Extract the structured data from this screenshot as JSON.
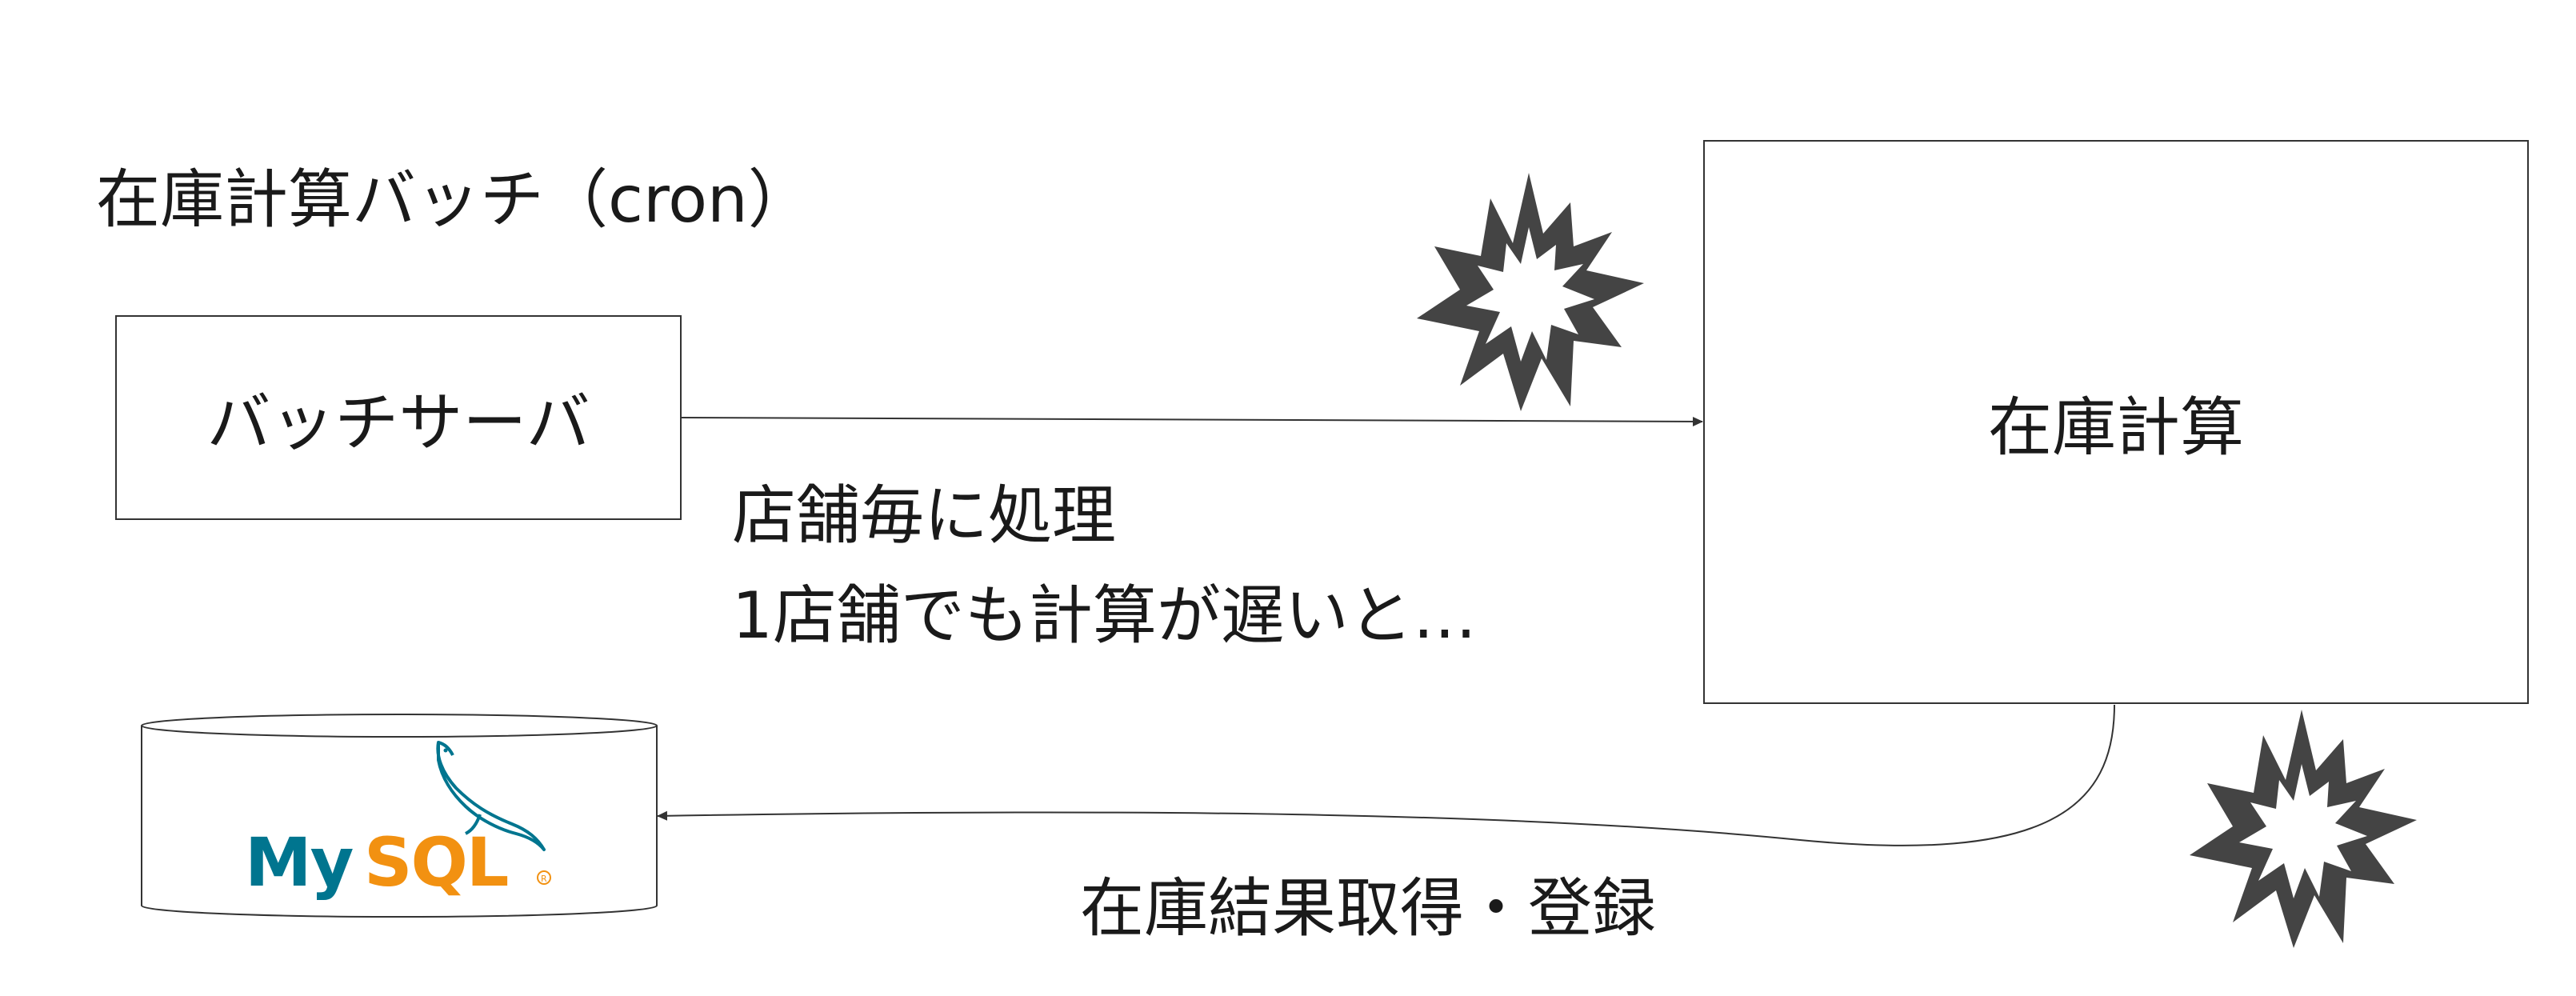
{
  "title": "在庫計算バッチ（cron）",
  "nodes": {
    "batch_server": "バッチサーバ",
    "stock_calc": "在庫計算",
    "database": "MySQL"
  },
  "annotations": {
    "per_store_line1": "店舗毎に処理",
    "per_store_line2": "1店舗でも計算が遅いと…",
    "result_label": "在庫結果取得・登録"
  },
  "icons": {
    "explosion_top": "explosion-icon",
    "explosion_bottom": "explosion-icon",
    "database": "mysql-dolphin-logo"
  },
  "colors": {
    "stroke": "#333333",
    "explosion": "#444444",
    "mysql_blue": "#00758F",
    "mysql_orange": "#F29111"
  }
}
